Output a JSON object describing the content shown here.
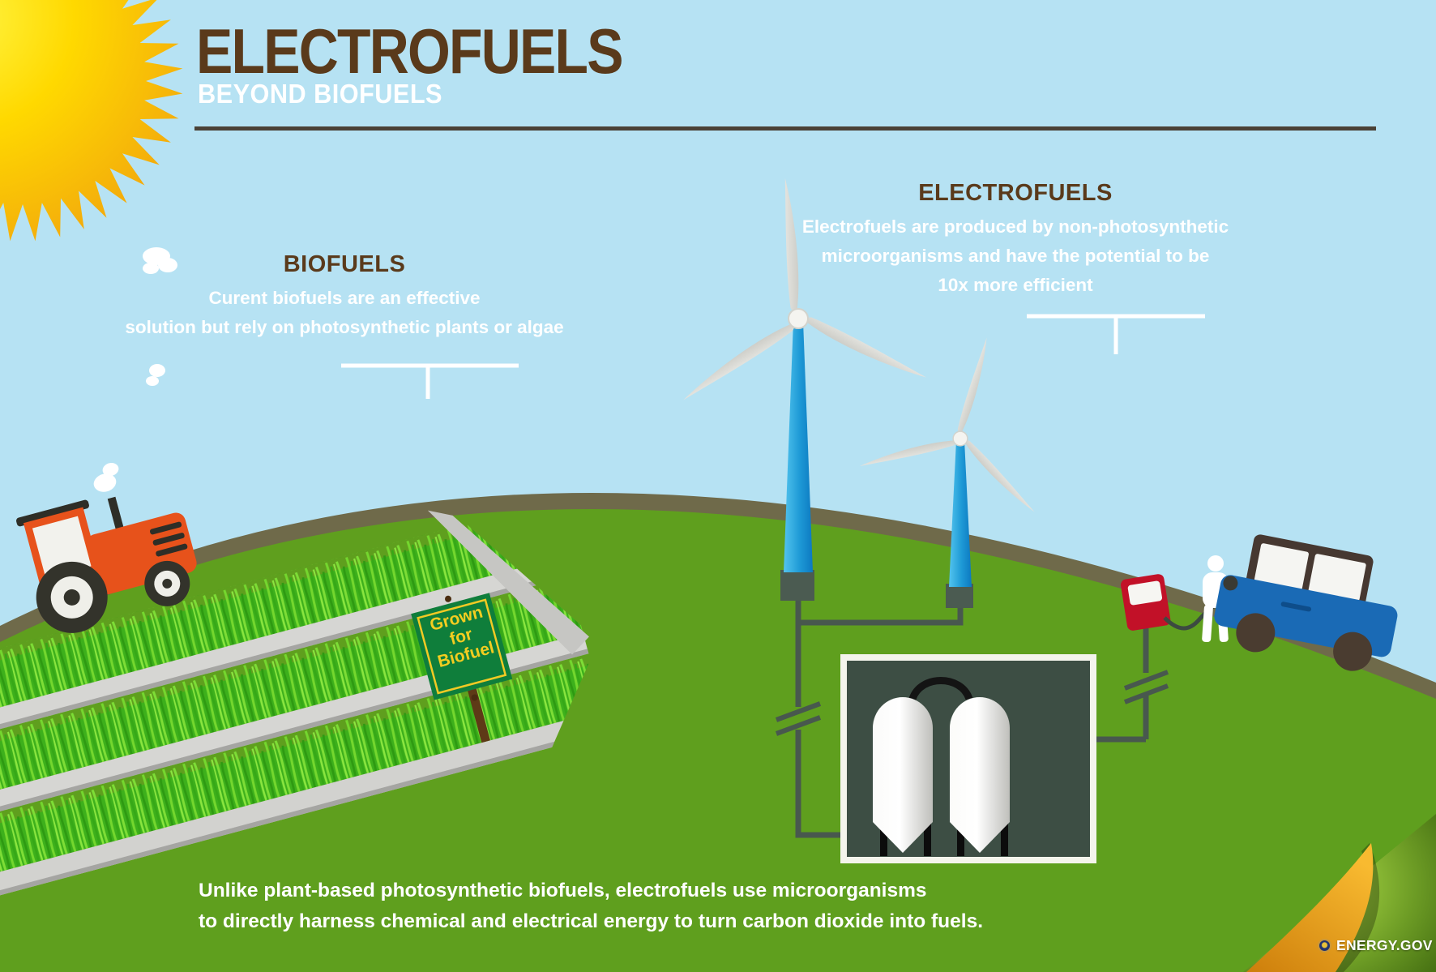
{
  "header": {
    "title": "ELECTROFUELS",
    "subtitle": "BEYOND BIOFUELS"
  },
  "callouts": {
    "biofuels": {
      "heading": "BIOFUELS",
      "line1": "Curent biofuels are an effective",
      "line2": "solution but rely on photosynthetic plants or algae"
    },
    "electrofuels": {
      "heading": "ELECTROFUELS",
      "line1": "Electrofuels are produced by non-photosynthetic",
      "line2": "microorganisms and have the potential to be",
      "line3": "10x more efficient"
    }
  },
  "field_sign": {
    "line1": "Grown",
    "line2": "for",
    "line3": "Biofuel"
  },
  "footer": {
    "line1": "Unlike plant-based photosynthetic biofuels, electrofuels use microorganisms",
    "line2": "to directly harness chemical and electrical energy to turn carbon dioxide into fuels."
  },
  "branding": {
    "logo_text": "ENERGY.GOV"
  },
  "icons": {
    "sun": "sun-icon",
    "wind_turbine": "wind-turbine-icon",
    "tractor": "tractor-icon",
    "fuel_pump": "fuel-pump-icon",
    "car": "car-icon",
    "person": "person-icon",
    "bioreactor": "bioreactor-tanks-icon",
    "capacitor": "capacitor-icon",
    "smoke": "smoke-puff-icon",
    "doe_seal": "doe-seal-icon",
    "page_curl": "page-curl-icon"
  },
  "colors": {
    "sky": "#b6e2f3",
    "hill_green": "#5f9f1e",
    "field_green": "#3db01c",
    "title_brown": "#5a3a1b",
    "turbine_blue": "#1e9ad6",
    "wire_slate": "#48584e",
    "tractor_orange": "#e7521b",
    "pump_red": "#c21128",
    "car_blue": "#1a6ab5",
    "sign_green": "#0f7e3b",
    "sign_yellow": "#f4cd20",
    "curl_orange": "#ef9d1b"
  }
}
